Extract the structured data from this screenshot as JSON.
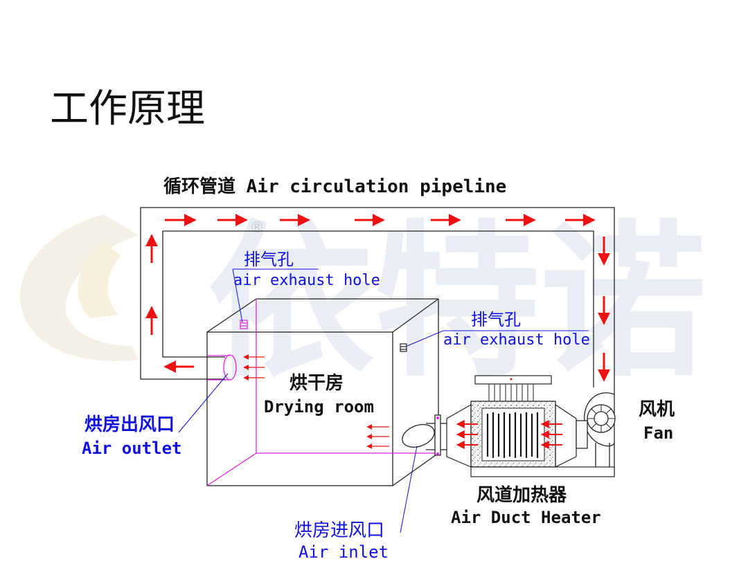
{
  "title": "工作原理",
  "watermark": {
    "text": "依特诺",
    "registered": "®"
  },
  "labels": {
    "pipeline": "循环管道 Air circulation pipeline",
    "exhaust1_cn": "排气孔",
    "exhaust1_en": "air exhaust hole",
    "exhaust2_cn": "排气孔",
    "exhaust2_en": "air exhaust hole",
    "room_cn": "烘干房",
    "room_en": "Drying room",
    "outlet_cn": "烘房出风口",
    "outlet_en": "Air outlet",
    "inlet_cn": "烘房进风口",
    "inlet_en": "Air inlet",
    "heater_cn": "风道加热器",
    "heater_en": "Air Duct Heater",
    "fan_cn": "风机",
    "fan_en": "Fan"
  },
  "colors": {
    "arrow": "#ee1111",
    "room_edge": "#e020e0",
    "label_blue": "#1010e0",
    "pipe": "#222222",
    "watermark": "#e8edf3"
  }
}
